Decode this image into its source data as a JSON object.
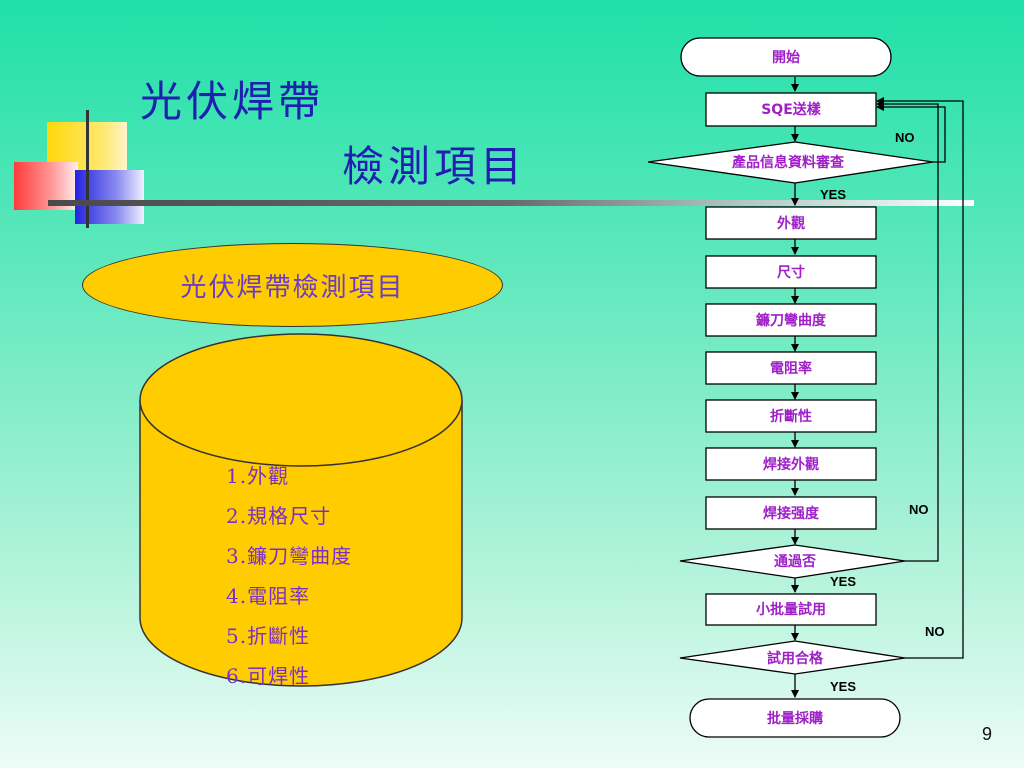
{
  "slide": {
    "title_line1": "光伏焊帶",
    "title_line2": "檢測項目",
    "page_number": "9"
  },
  "left_panel": {
    "ellipse_label": "光伏焊帶檢測項目",
    "items": [
      "1.外觀",
      "2.規格尺寸",
      "3.鐮刀彎曲度",
      "4.電阻率",
      "5.折斷性",
      "6.可焊性"
    ]
  },
  "flowchart": {
    "start": "開始",
    "steps": [
      "SQE送樣",
      "外觀",
      "尺寸",
      "鐮刀彎曲度",
      "電阻率",
      "折斷性",
      "焊接外觀",
      "焊接强度",
      "小批量試用"
    ],
    "decisions": [
      "產品信息資料審查",
      "通過否",
      "試用合格"
    ],
    "end": "批量採購",
    "yes_label": "YES",
    "no_label": "NO"
  },
  "colors": {
    "title": "#2020b0",
    "yellow_fill": "#ffcc00",
    "flow_text": "#a020c8",
    "list_text": "#7a30c8"
  }
}
